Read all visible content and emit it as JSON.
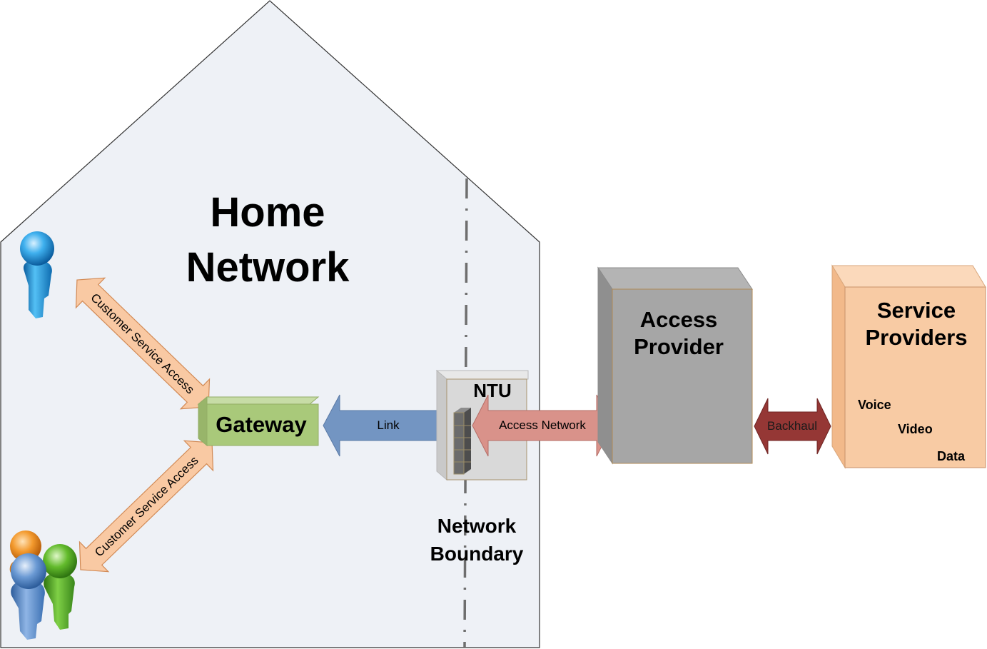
{
  "home": {
    "title_line1": "Home",
    "title_line2": "Network"
  },
  "csa": {
    "top_label": "Customer Service Access",
    "bottom_label": "Customer Service Access"
  },
  "gateway": {
    "label": "Gateway"
  },
  "link": {
    "label": "Link"
  },
  "ntu": {
    "label": "NTU"
  },
  "access_network": {
    "label": "Access Network"
  },
  "boundary": {
    "line1": "Network",
    "line2": "Boundary"
  },
  "access_provider": {
    "line1": "Access",
    "line2": "Provider"
  },
  "backhaul": {
    "label": "Backhaul"
  },
  "service_providers": {
    "line1": "Service",
    "line2": "Providers",
    "services": [
      "Voice",
      "Video",
      "Data"
    ]
  },
  "colors": {
    "house_fill": "#eef1f6",
    "gateway": "#a9c97a",
    "link_arrow": "#7395c2",
    "access_network_arrow": "#d9928a",
    "access_provider": "#a6a6a6",
    "backhaul_arrow": "#953735",
    "service_providers": "#f8cba4",
    "csa_arrow": "#f9c9a3",
    "person_blue": "#1f8fd6",
    "person_orange": "#ee8a1f",
    "person_green": "#4ea41e"
  }
}
